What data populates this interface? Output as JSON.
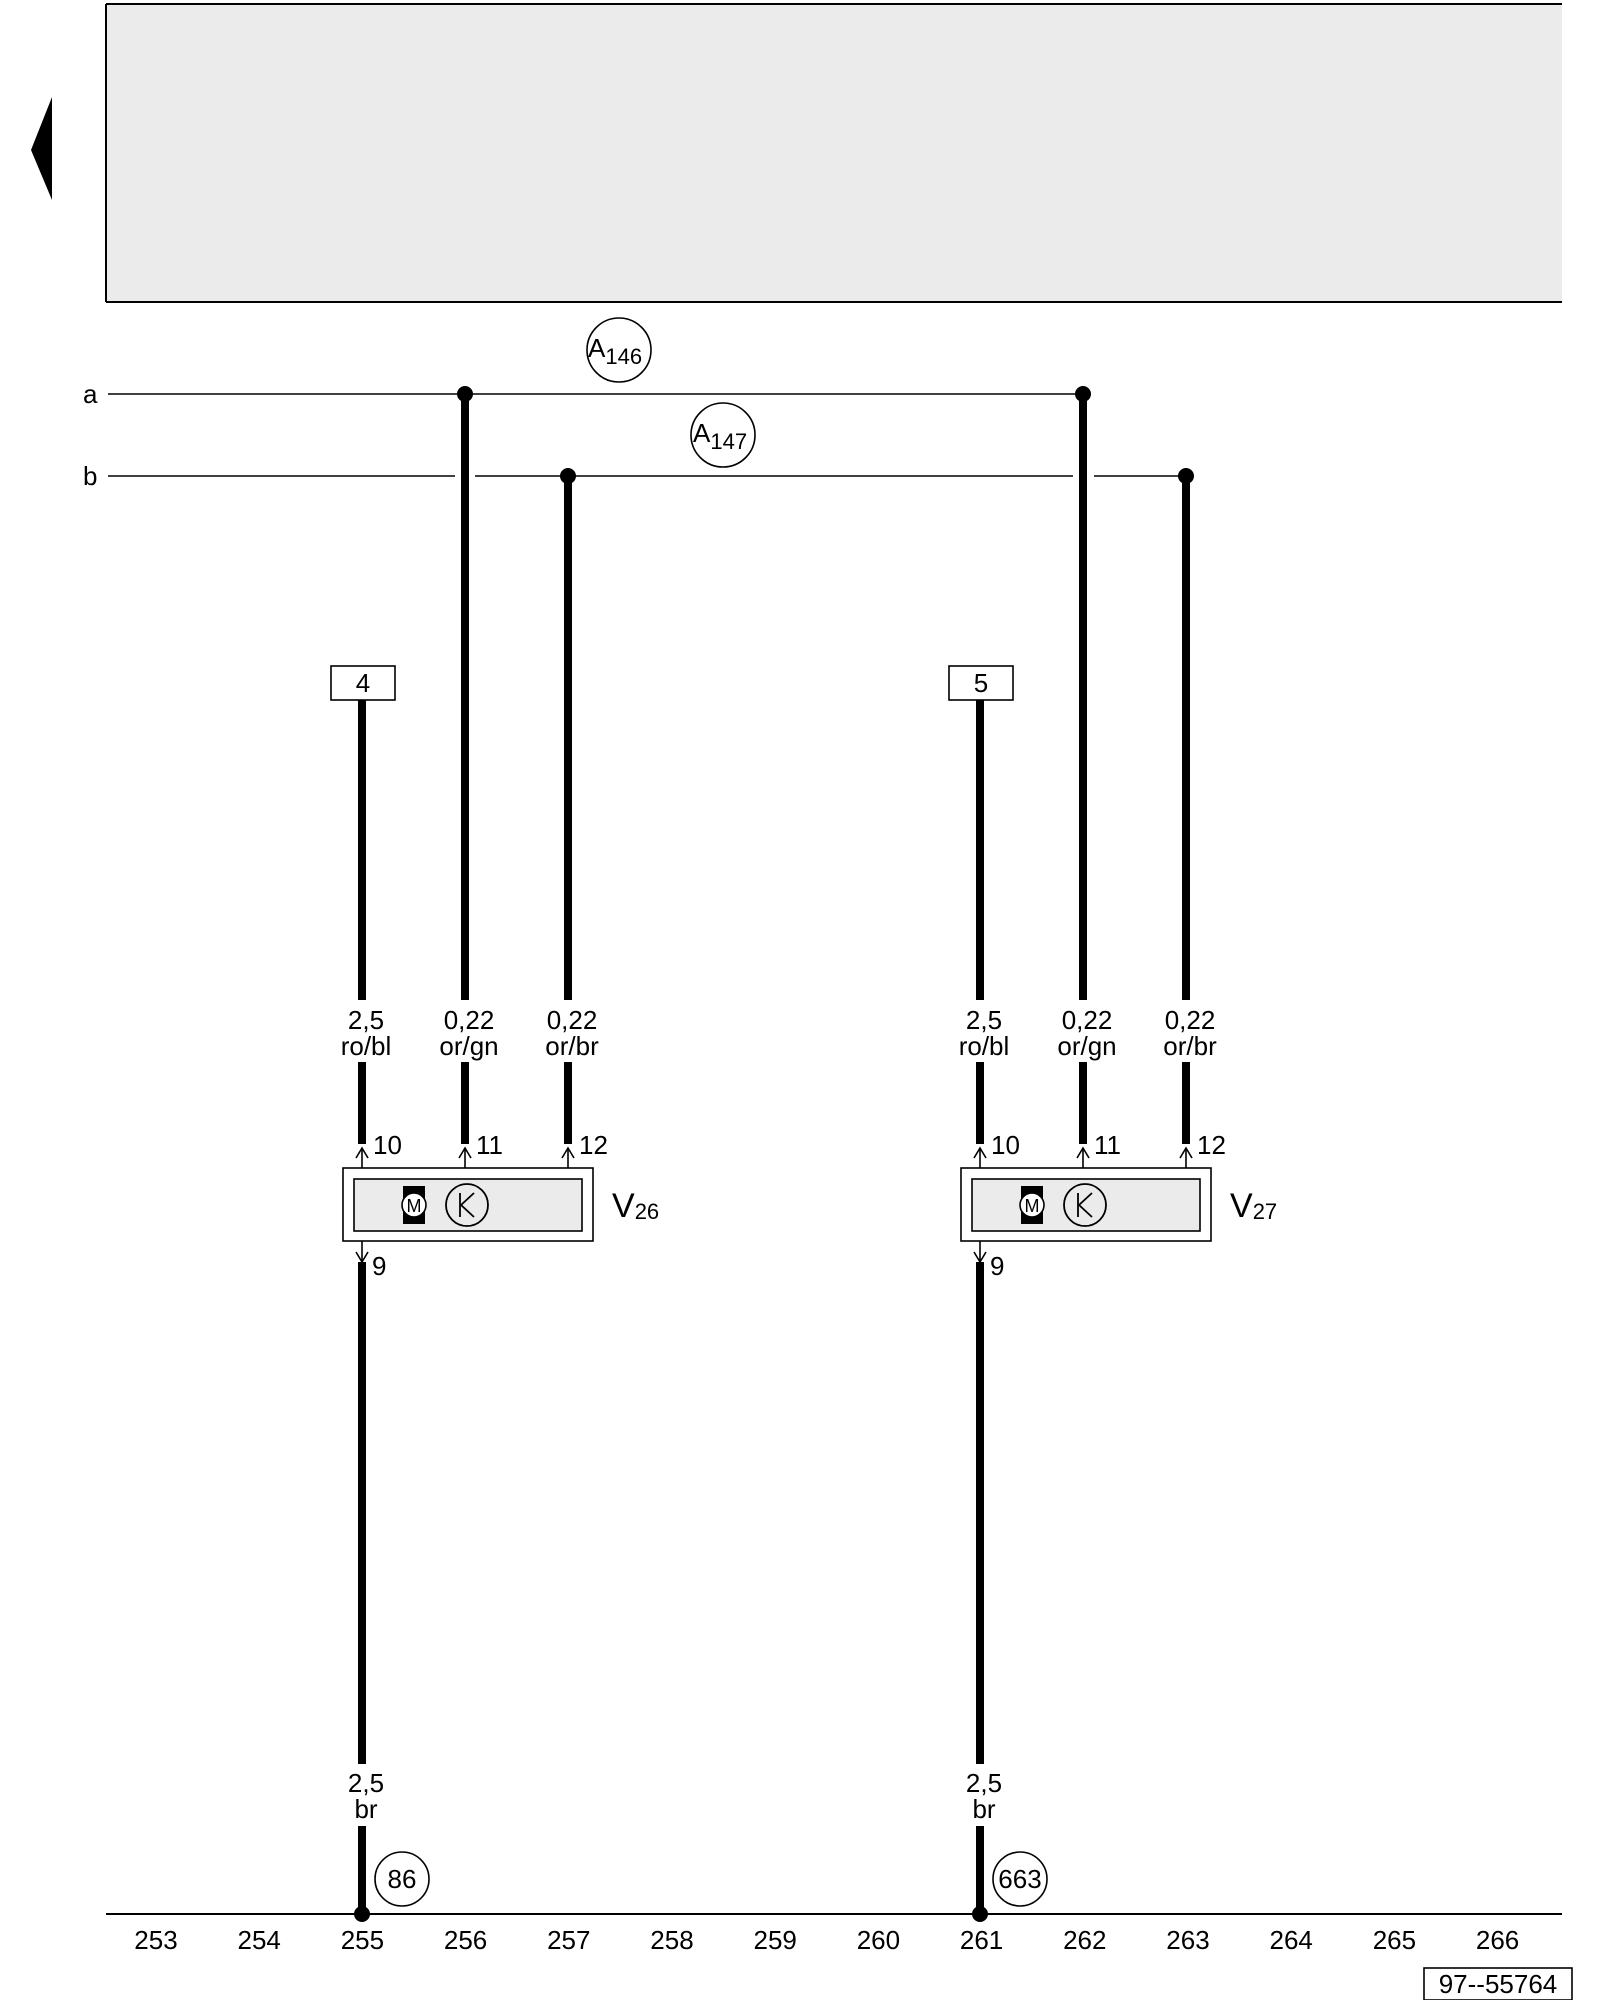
{
  "nav": {
    "back_arrow_icon": "triangle-left-icon"
  },
  "buses": [
    {
      "id": "a",
      "label": "a"
    },
    {
      "id": "b",
      "label": "b"
    }
  ],
  "connectors": [
    {
      "id": "A146",
      "main": "A",
      "sub": "146"
    },
    {
      "id": "A147",
      "main": "A",
      "sub": "147"
    }
  ],
  "terminals": [
    {
      "id": "4",
      "label": "4"
    },
    {
      "id": "5",
      "label": "5"
    }
  ],
  "components": [
    {
      "id": "V26",
      "main": "V",
      "sub": "26",
      "wires": [
        {
          "size": "2,5",
          "color": "ro/bl",
          "pin": "10"
        },
        {
          "size": "0,22",
          "color": "or/gn",
          "pin": "11"
        },
        {
          "size": "0,22",
          "color": "or/br",
          "pin": "12"
        }
      ],
      "ground_pin": "9",
      "ground_wire": {
        "size": "2,5",
        "color": "br"
      },
      "ground_point": "86",
      "motor_symbol": "M"
    },
    {
      "id": "V27",
      "main": "V",
      "sub": "27",
      "wires": [
        {
          "size": "2,5",
          "color": "ro/bl",
          "pin": "10"
        },
        {
          "size": "0,22",
          "color": "or/gn",
          "pin": "11"
        },
        {
          "size": "0,22",
          "color": "or/br",
          "pin": "12"
        }
      ],
      "ground_pin": "9",
      "ground_wire": {
        "size": "2,5",
        "color": "br"
      },
      "ground_point": "663",
      "motor_symbol": "M"
    }
  ],
  "current_track_numbers": [
    "253",
    "254",
    "255",
    "256",
    "257",
    "258",
    "259",
    "260",
    "261",
    "262",
    "263",
    "264",
    "265",
    "266"
  ],
  "drawing_number": "97--55764",
  "colors": {
    "header_bg": "#ebebeb",
    "line": "#000000"
  }
}
